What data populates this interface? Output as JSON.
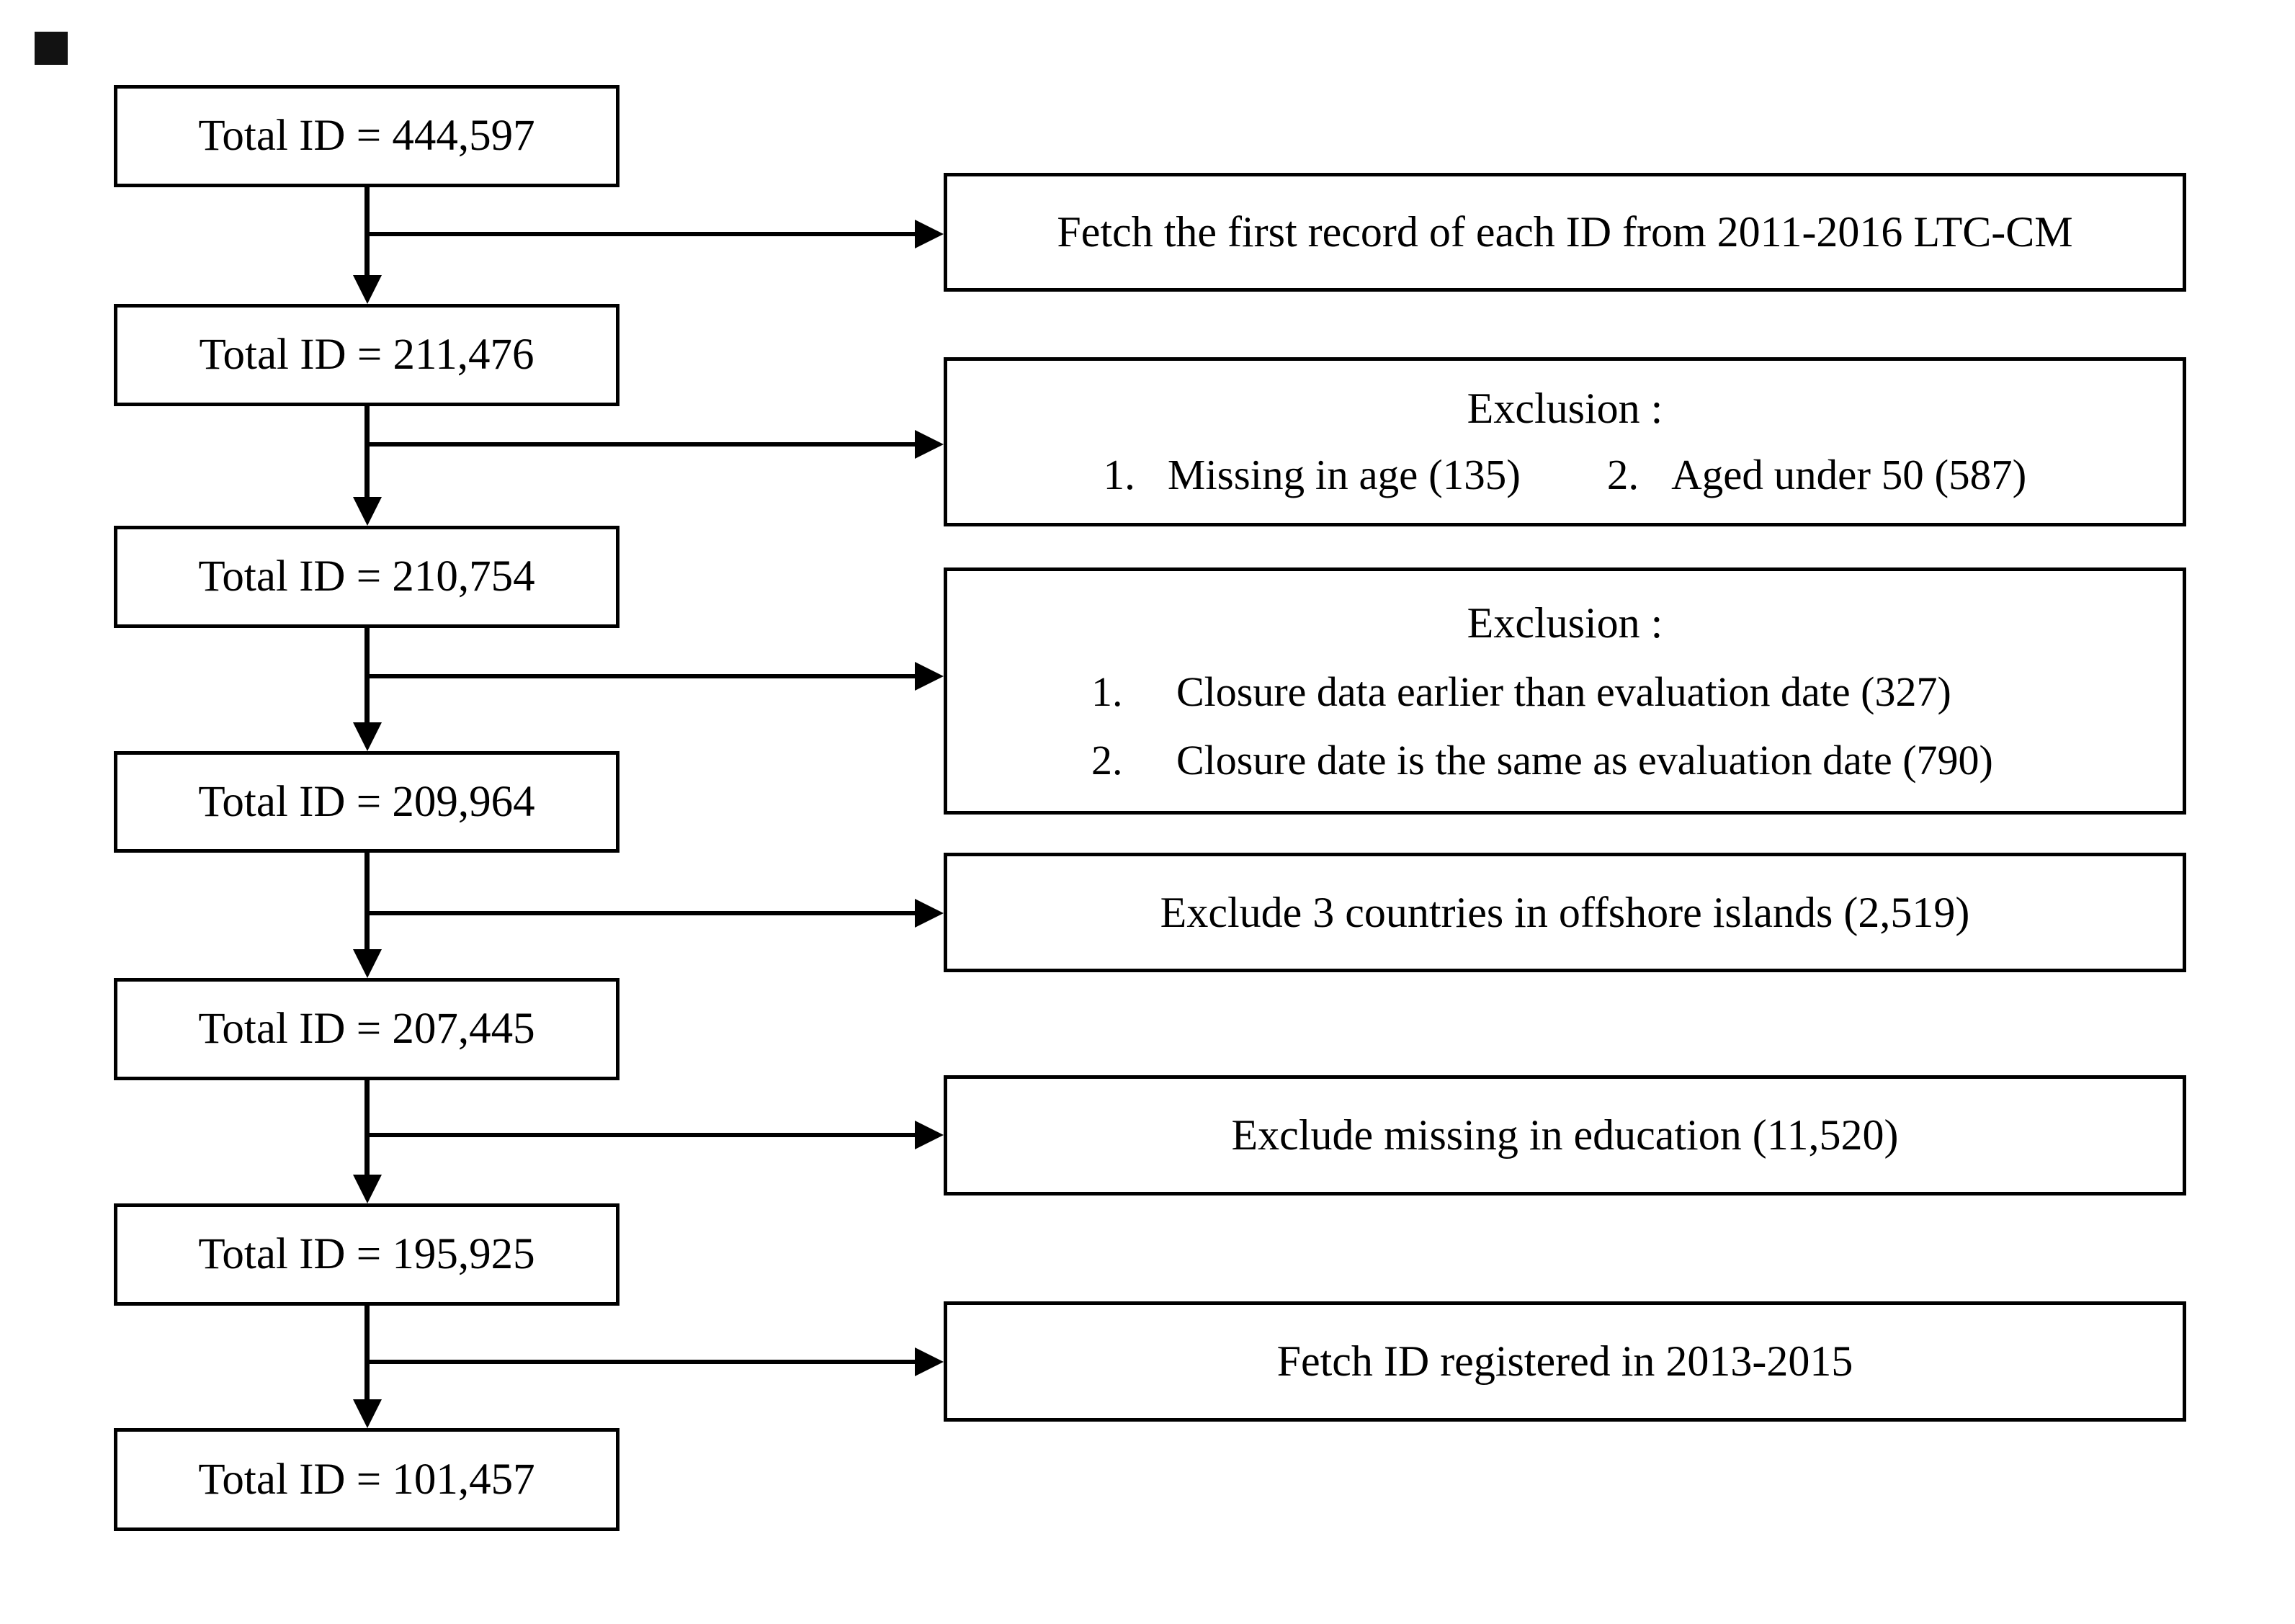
{
  "colors": {
    "background": "#ffffff",
    "box_border": "#000000",
    "line": "#000000",
    "text": "#000000"
  },
  "flow": {
    "left_boxes": [
      {
        "label": "Total ID = 444,597"
      },
      {
        "label": "Total ID = 211,476"
      },
      {
        "label": "Total ID = 210,754"
      },
      {
        "label": "Total ID = 209,964"
      },
      {
        "label": "Total ID = 207,445"
      },
      {
        "label": "Total ID = 195,925"
      },
      {
        "label": "Total ID = 101,457"
      }
    ],
    "right_boxes": [
      {
        "text": "Fetch the first record of each ID from 2011-2016 LTC-CM"
      },
      {
        "title": "Exclusion :",
        "items": [
          {
            "num": "1.",
            "text": "Missing in age (135)"
          },
          {
            "num": "2.",
            "text": "Aged under 50 (587)"
          }
        ]
      },
      {
        "title": "Exclusion :",
        "items": [
          {
            "num": "1.",
            "text": "Closure data earlier than evaluation date (327)"
          },
          {
            "num": "2.",
            "text": "Closure date is the same as evaluation date (790)"
          }
        ]
      },
      {
        "text": "Exclude 3 countries in offshore islands (2,519)"
      },
      {
        "text": "Exclude missing in education (11,520)"
      },
      {
        "text": "Fetch ID registered in 2013-2015"
      }
    ]
  }
}
